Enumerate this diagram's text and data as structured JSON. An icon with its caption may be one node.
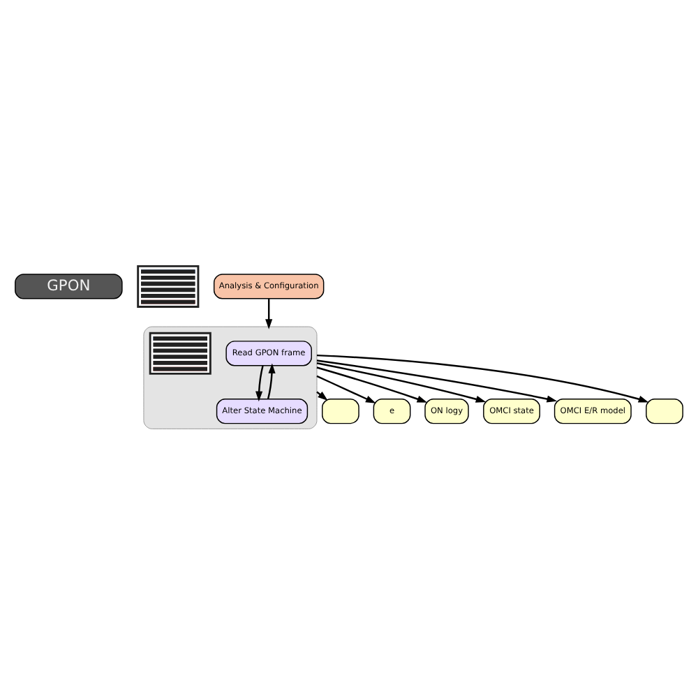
{
  "diagram": {
    "nodes": [
      {
        "text": [
          "GPON"
        ]
      },
      {
        "text": [],
        "shape": "picture"
      },
      {
        "text": [
          "Analysis & Configuration"
        ]
      },
      {
        "text": [],
        "shape": "box"
      },
      {
        "text": [
          "Read GPON frame"
        ],
        "in": 3
      },
      {
        "text": [
          "Alter State Machine"
        ],
        "in": 3
      },
      {
        "text": [],
        "shape": "picture",
        "in": 3
      },
      {
        "text": [],
        "shape": "box"
      },
      {
        "text": [
          "e"
        ]
      },
      {
        "text": [
          "ON logy"
        ]
      },
      {
        "text": [
          "OMCI state"
        ]
      },
      {
        "text": [
          "OMCI E/R model"
        ]
      },
      {
        "text": [],
        "shape": "box"
      }
    ],
    "edges": [
      {
        "from": 2,
        "to": 3,
        "arrow": "to"
      },
      {
        "from": 4,
        "to": 5,
        "arrow": "to"
      },
      {
        "from": 5,
        "to": 4,
        "arrow": "to"
      },
      {
        "from": 3,
        "to": 7,
        "arrow": "to"
      },
      {
        "from": 3,
        "to": 8,
        "arrow": "to"
      },
      {
        "from": 3,
        "to": 9,
        "arrow": "to"
      },
      {
        "from": 3,
        "to": 10,
        "arrow": "to"
      },
      {
        "from": 3,
        "to": 11,
        "arrow": "to"
      },
      {
        "from": 3,
        "to": 12,
        "arrow": "to"
      }
    ]
  }
}
